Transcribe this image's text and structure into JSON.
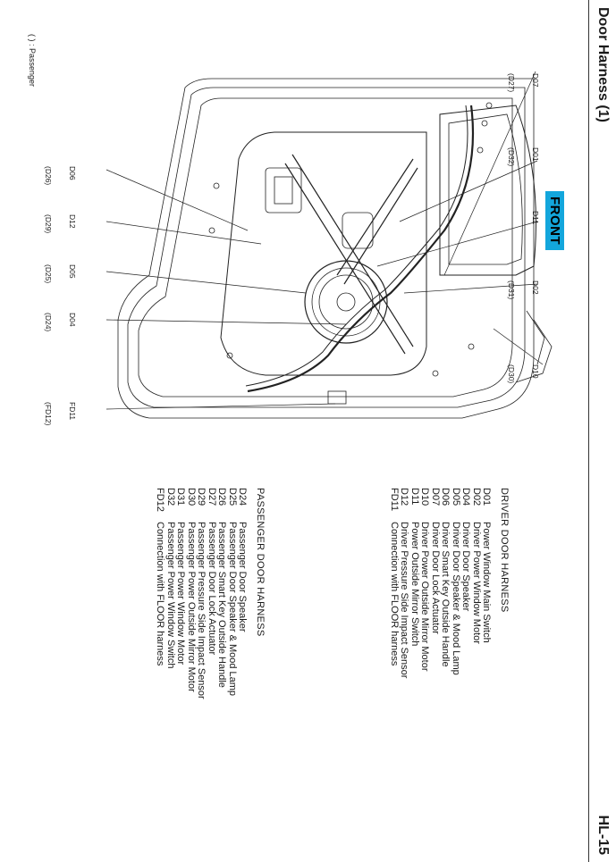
{
  "header": {
    "title": "Door Harness (1)",
    "page": "HL-15"
  },
  "legend_note": "( ) : Passenger",
  "front_label": "FRONT",
  "callouts": {
    "d07": [
      "D07",
      "(D27)"
    ],
    "d01": [
      "D01",
      "(D32)"
    ],
    "d11": [
      "D11"
    ],
    "d02": [
      "D02",
      "(D31)"
    ],
    "d10": [
      "D10",
      "(D30)"
    ],
    "d06": [
      "D06",
      "(D26)"
    ],
    "d12": [
      "D12",
      "(D29)"
    ],
    "d05": [
      "D05",
      "(D25)"
    ],
    "d04": [
      "D04",
      "(D24)"
    ],
    "fd11": [
      "FD11",
      "(FD12)"
    ]
  },
  "driver_harness": {
    "title": "DRIVER DOOR HARNESS",
    "items": [
      {
        "code": "D01",
        "desc": "Power Window Main Switch"
      },
      {
        "code": "D02",
        "desc": "Driver Power Window Motor"
      },
      {
        "code": "D04",
        "desc": "Driver Door Speaker"
      },
      {
        "code": "D05",
        "desc": "Driver Door Speaker & Mood Lamp"
      },
      {
        "code": "D06",
        "desc": "Driver Smart Key Outside Handle"
      },
      {
        "code": "D07",
        "desc": "Driver Door Lock Actuator"
      },
      {
        "code": "D10",
        "desc": "Driver Power Outside Mirror Motor"
      },
      {
        "code": "D11",
        "desc": "Power Outside Mirror Switch"
      },
      {
        "code": "D12",
        "desc": "Driver Pressure Side Impact Sensor"
      },
      {
        "code": "FD11",
        "desc": "Connection with FLOOR harness"
      }
    ]
  },
  "passenger_harness": {
    "title": "PASSENGER DOOR HARNESS",
    "items": [
      {
        "code": "D24",
        "desc": "Passenger Door Speaker"
      },
      {
        "code": "D25",
        "desc": "Passenger Door Speaker & Mood Lamp"
      },
      {
        "code": "D26",
        "desc": "Passenger Smart Key Outside Handle"
      },
      {
        "code": "D27",
        "desc": "Passenger Door Lock Actuator"
      },
      {
        "code": "D29",
        "desc": "Passenger Pressure Side Impact Sensor"
      },
      {
        "code": "D30",
        "desc": "Passenger Power Outside Mirror Motor"
      },
      {
        "code": "D31",
        "desc": "Passenger Power Window Motor"
      },
      {
        "code": "D32",
        "desc": "Passenger Power Window Switch"
      },
      {
        "code": "FD12",
        "desc": "Connection with FLOOR harness"
      }
    ]
  }
}
